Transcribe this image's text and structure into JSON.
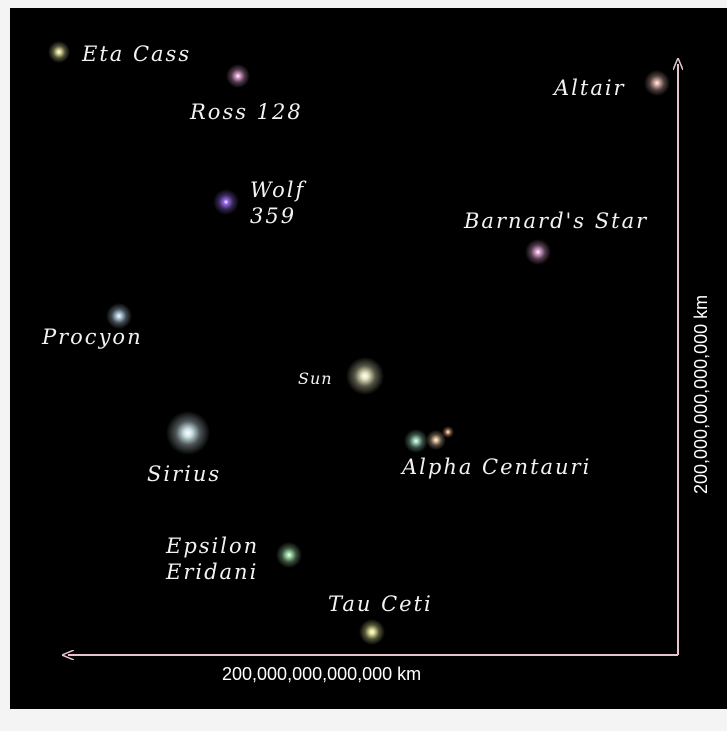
{
  "stars": [
    {
      "id": "eta-cass",
      "name": "Eta Cass",
      "color": "#e9e4a0"
    },
    {
      "id": "ross-128",
      "name": "Ross 128",
      "color": "#e6a6d8"
    },
    {
      "id": "altair",
      "name": "Altair",
      "color": "#e6b8b0"
    },
    {
      "id": "wolf-359",
      "name_line1": "Wolf",
      "name_line2": "359",
      "color": "#9a6cf0"
    },
    {
      "id": "barnards-star",
      "name": "Barnard's Star",
      "color": "#e6a8d8"
    },
    {
      "id": "procyon",
      "name": "Procyon",
      "color": "#bcd6ea"
    },
    {
      "id": "sun",
      "name": "Sun",
      "color": "#f1efc8"
    },
    {
      "id": "sirius",
      "name": "Sirius",
      "color": "#d8f0f4"
    },
    {
      "id": "alpha-centauri",
      "name": "Alpha Centauri",
      "colors": [
        "#a8e0c8",
        "#e8c8a4",
        "#f0b890"
      ]
    },
    {
      "id": "epsilon-eridani",
      "name_line1": "Epsilon",
      "name_line2": "Eridani",
      "color": "#a8e8b0"
    },
    {
      "id": "tau-ceti",
      "name": "Tau Ceti",
      "color": "#eef0a0"
    }
  ],
  "axes": {
    "horizontal_label": "200,000,000,000,000 km",
    "vertical_label": "200,000,000,000,000 km",
    "color": "#e7c4cc"
  },
  "background_color": "#000000"
}
